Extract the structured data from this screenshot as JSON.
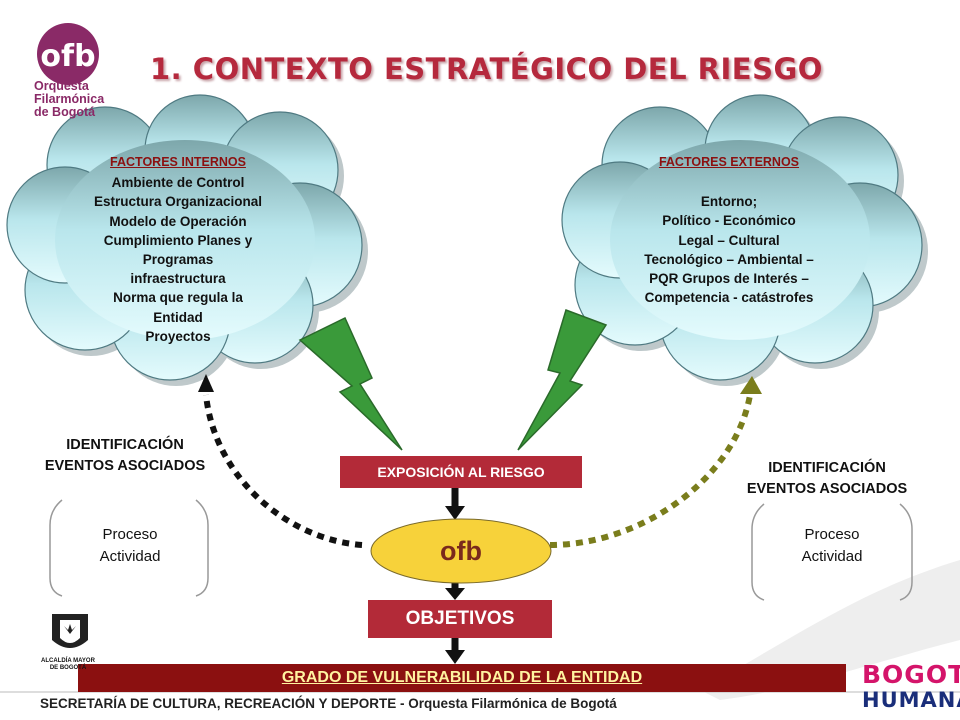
{
  "header": {
    "title": "1. CONTEXTO ESTRATÉGICO DEL RIESGO",
    "logo": {
      "abbr": "ofb",
      "name_lines": [
        "Orquesta",
        "Filarmónica",
        "de Bogotá"
      ]
    }
  },
  "internal_factors": {
    "heading": "FACTORES INTERNOS",
    "items": [
      "Ambiente de Control",
      "Estructura Organizacional",
      "Modelo de Operación",
      "Cumplimiento Planes y",
      "Programas",
      "infraestructura",
      "Norma que regula la",
      "Entidad",
      "Proyectos"
    ]
  },
  "external_factors": {
    "heading": "FACTORES EXTERNOS",
    "items": [
      "Entorno;",
      "Político - Económico",
      "Legal – Cultural",
      "Tecnológico – Ambiental –",
      "PQR Grupos de Interés –",
      "Competencia - catástrofes"
    ]
  },
  "left_identification": {
    "lines": [
      "IDENTIFICACIÓN",
      "EVENTOS ASOCIADOS"
    ]
  },
  "right_identification": {
    "lines": [
      "IDENTIFICACIÓN",
      "EVENTOS ASOCIADOS"
    ]
  },
  "left_process": {
    "lines": [
      "Proceso",
      "Actividad"
    ]
  },
  "right_process": {
    "lines": [
      "Proceso",
      "Actividad"
    ]
  },
  "exposure_label": "EXPOSICIÓN AL RIESGO",
  "center_label": "ofb",
  "objectives_label": "OBJETIVOS",
  "vulnerability_label": "GRADO DE VULNERABILIDAD DE LA ENTIDAD",
  "footer_text": "SECRETARÍA DE CULTURA, RECREACIÓN Y DEPORTE - Orquesta Filarmónica de Bogotá",
  "alcaldia_text": "ALCALDÍA MAYOR DE BOGOTÁ",
  "bogota_logo": {
    "line1": "BOGOTÁ",
    "line2": "HUMANA"
  },
  "colors": {
    "title": "#b5293d",
    "cloud_fill": "#d6f6fb",
    "cloud_edge": "#5f8e96",
    "bolt": "#3a9a3a",
    "label_bg": "#b32a38",
    "vulnerability_bg": "#8b1010",
    "ellipse": "#f7d23a",
    "left_arrow": "#111111",
    "right_arrow": "#7a7d1c"
  }
}
